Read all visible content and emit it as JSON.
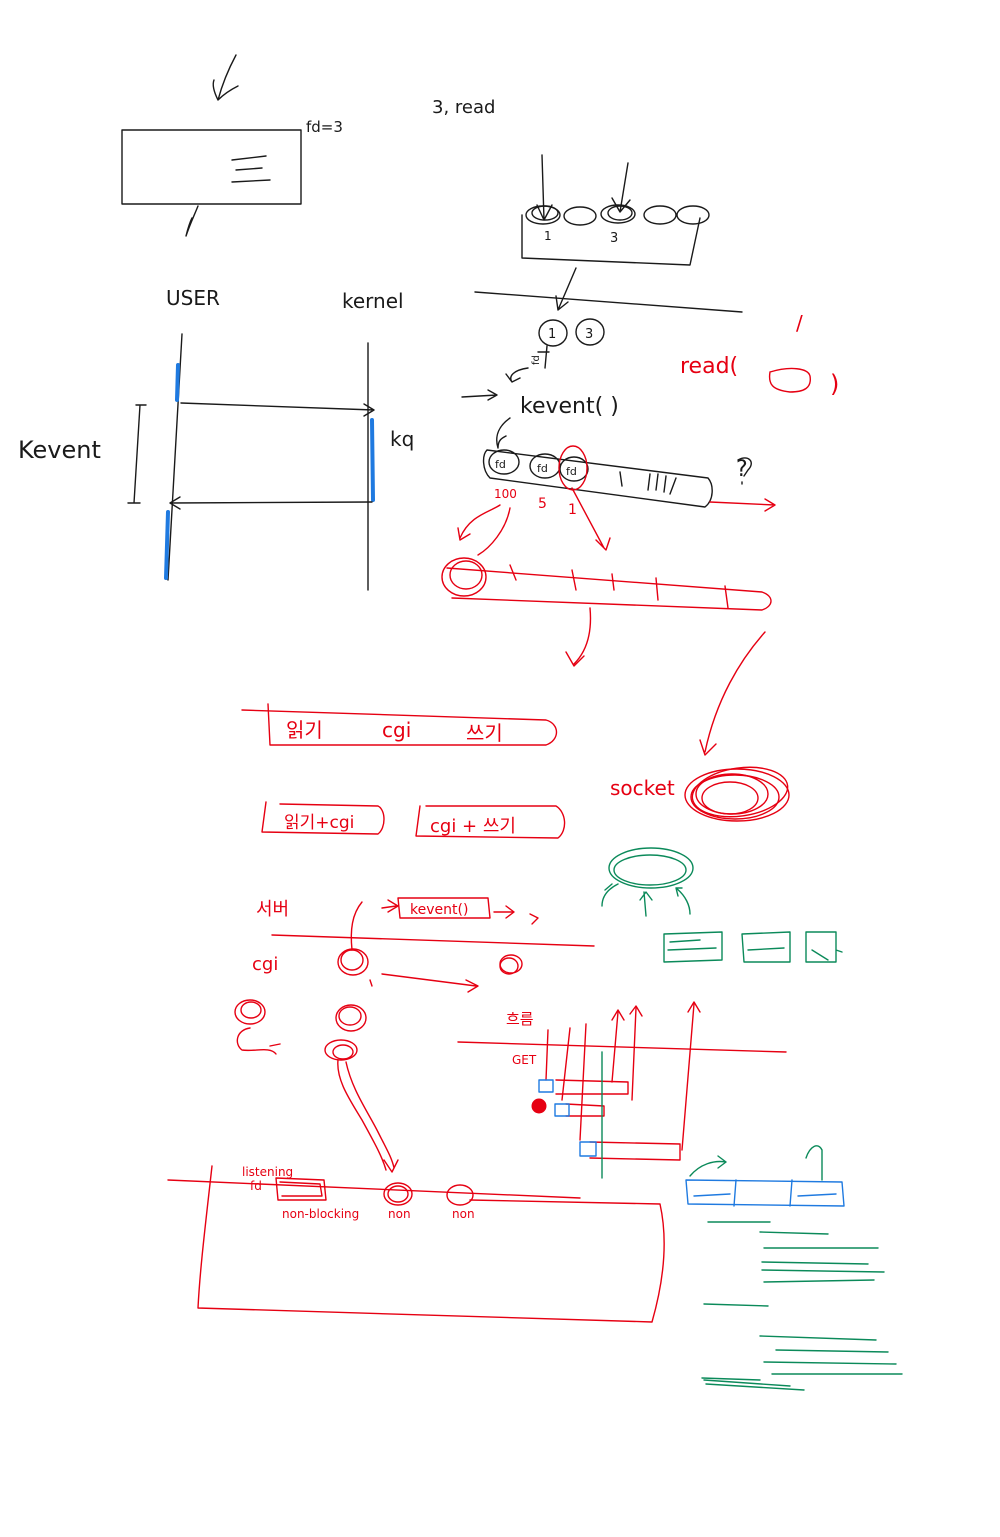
{
  "colors": {
    "ink": "#1a1a1a",
    "red": "#e60012",
    "green": "#0b8a5a",
    "blue": "#1f7ae0",
    "background": "#ffffff"
  },
  "labels": {
    "fd3": "fd=3",
    "three_read": "3, read",
    "user": "USER",
    "kernel": "kernel",
    "kevent_side": "Kevent",
    "kq": "kq",
    "kevent_call": "kevent( )",
    "fd": "fd",
    "queue_nums": [
      "1",
      "3"
    ],
    "circle_1": "1",
    "circle_3": "3",
    "list_fd": [
      "fd",
      "fd",
      "fd"
    ],
    "list_nums": [
      "100",
      "5",
      "1"
    ],
    "question": "?",
    "read_call": "read(",
    "read_close": ")",
    "read_tick": "/",
    "row1": [
      "읽기",
      "cgi",
      "쓰기"
    ],
    "row2a": "읽기+cgi",
    "row2b": "cgi + 쓰기",
    "socket": "socket",
    "server": "서버",
    "cgi": "cgi",
    "kevent_box": "kevent()",
    "comment_kr": "흐름",
    "get": "GET",
    "listening": "listening",
    "fd_small": "fd",
    "non_blocking": "non-blocking",
    "non1": "non",
    "non2": "non"
  }
}
